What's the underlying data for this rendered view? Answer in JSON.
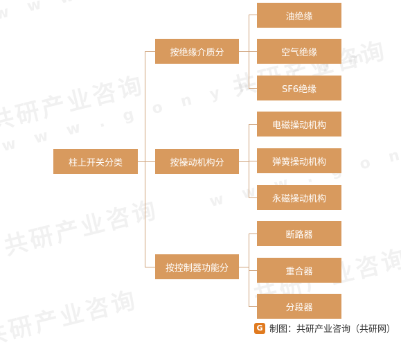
{
  "root": {
    "label": "柱上开关分类"
  },
  "categories": [
    {
      "label": "按绝缘介质分",
      "items": [
        "油绝缘",
        "空气绝缘",
        "SF6绝缘"
      ]
    },
    {
      "label": "按操动机构分",
      "items": [
        "电磁操动机构",
        "弹簧操动机构",
        "永磁操动机构"
      ]
    },
    {
      "label": "按控制器功能分",
      "items": [
        "断路器",
        "重合器",
        "分段器"
      ]
    }
  ],
  "credit": {
    "text": "制图：共研产业咨询（共研网）"
  },
  "watermark": {
    "brand": "共研产业咨询",
    "site": "w w w . g o n y n . c o m"
  },
  "colors": {
    "box": "#d89a5e",
    "line": "#cfa27a",
    "accent": "#e07a1f"
  }
}
